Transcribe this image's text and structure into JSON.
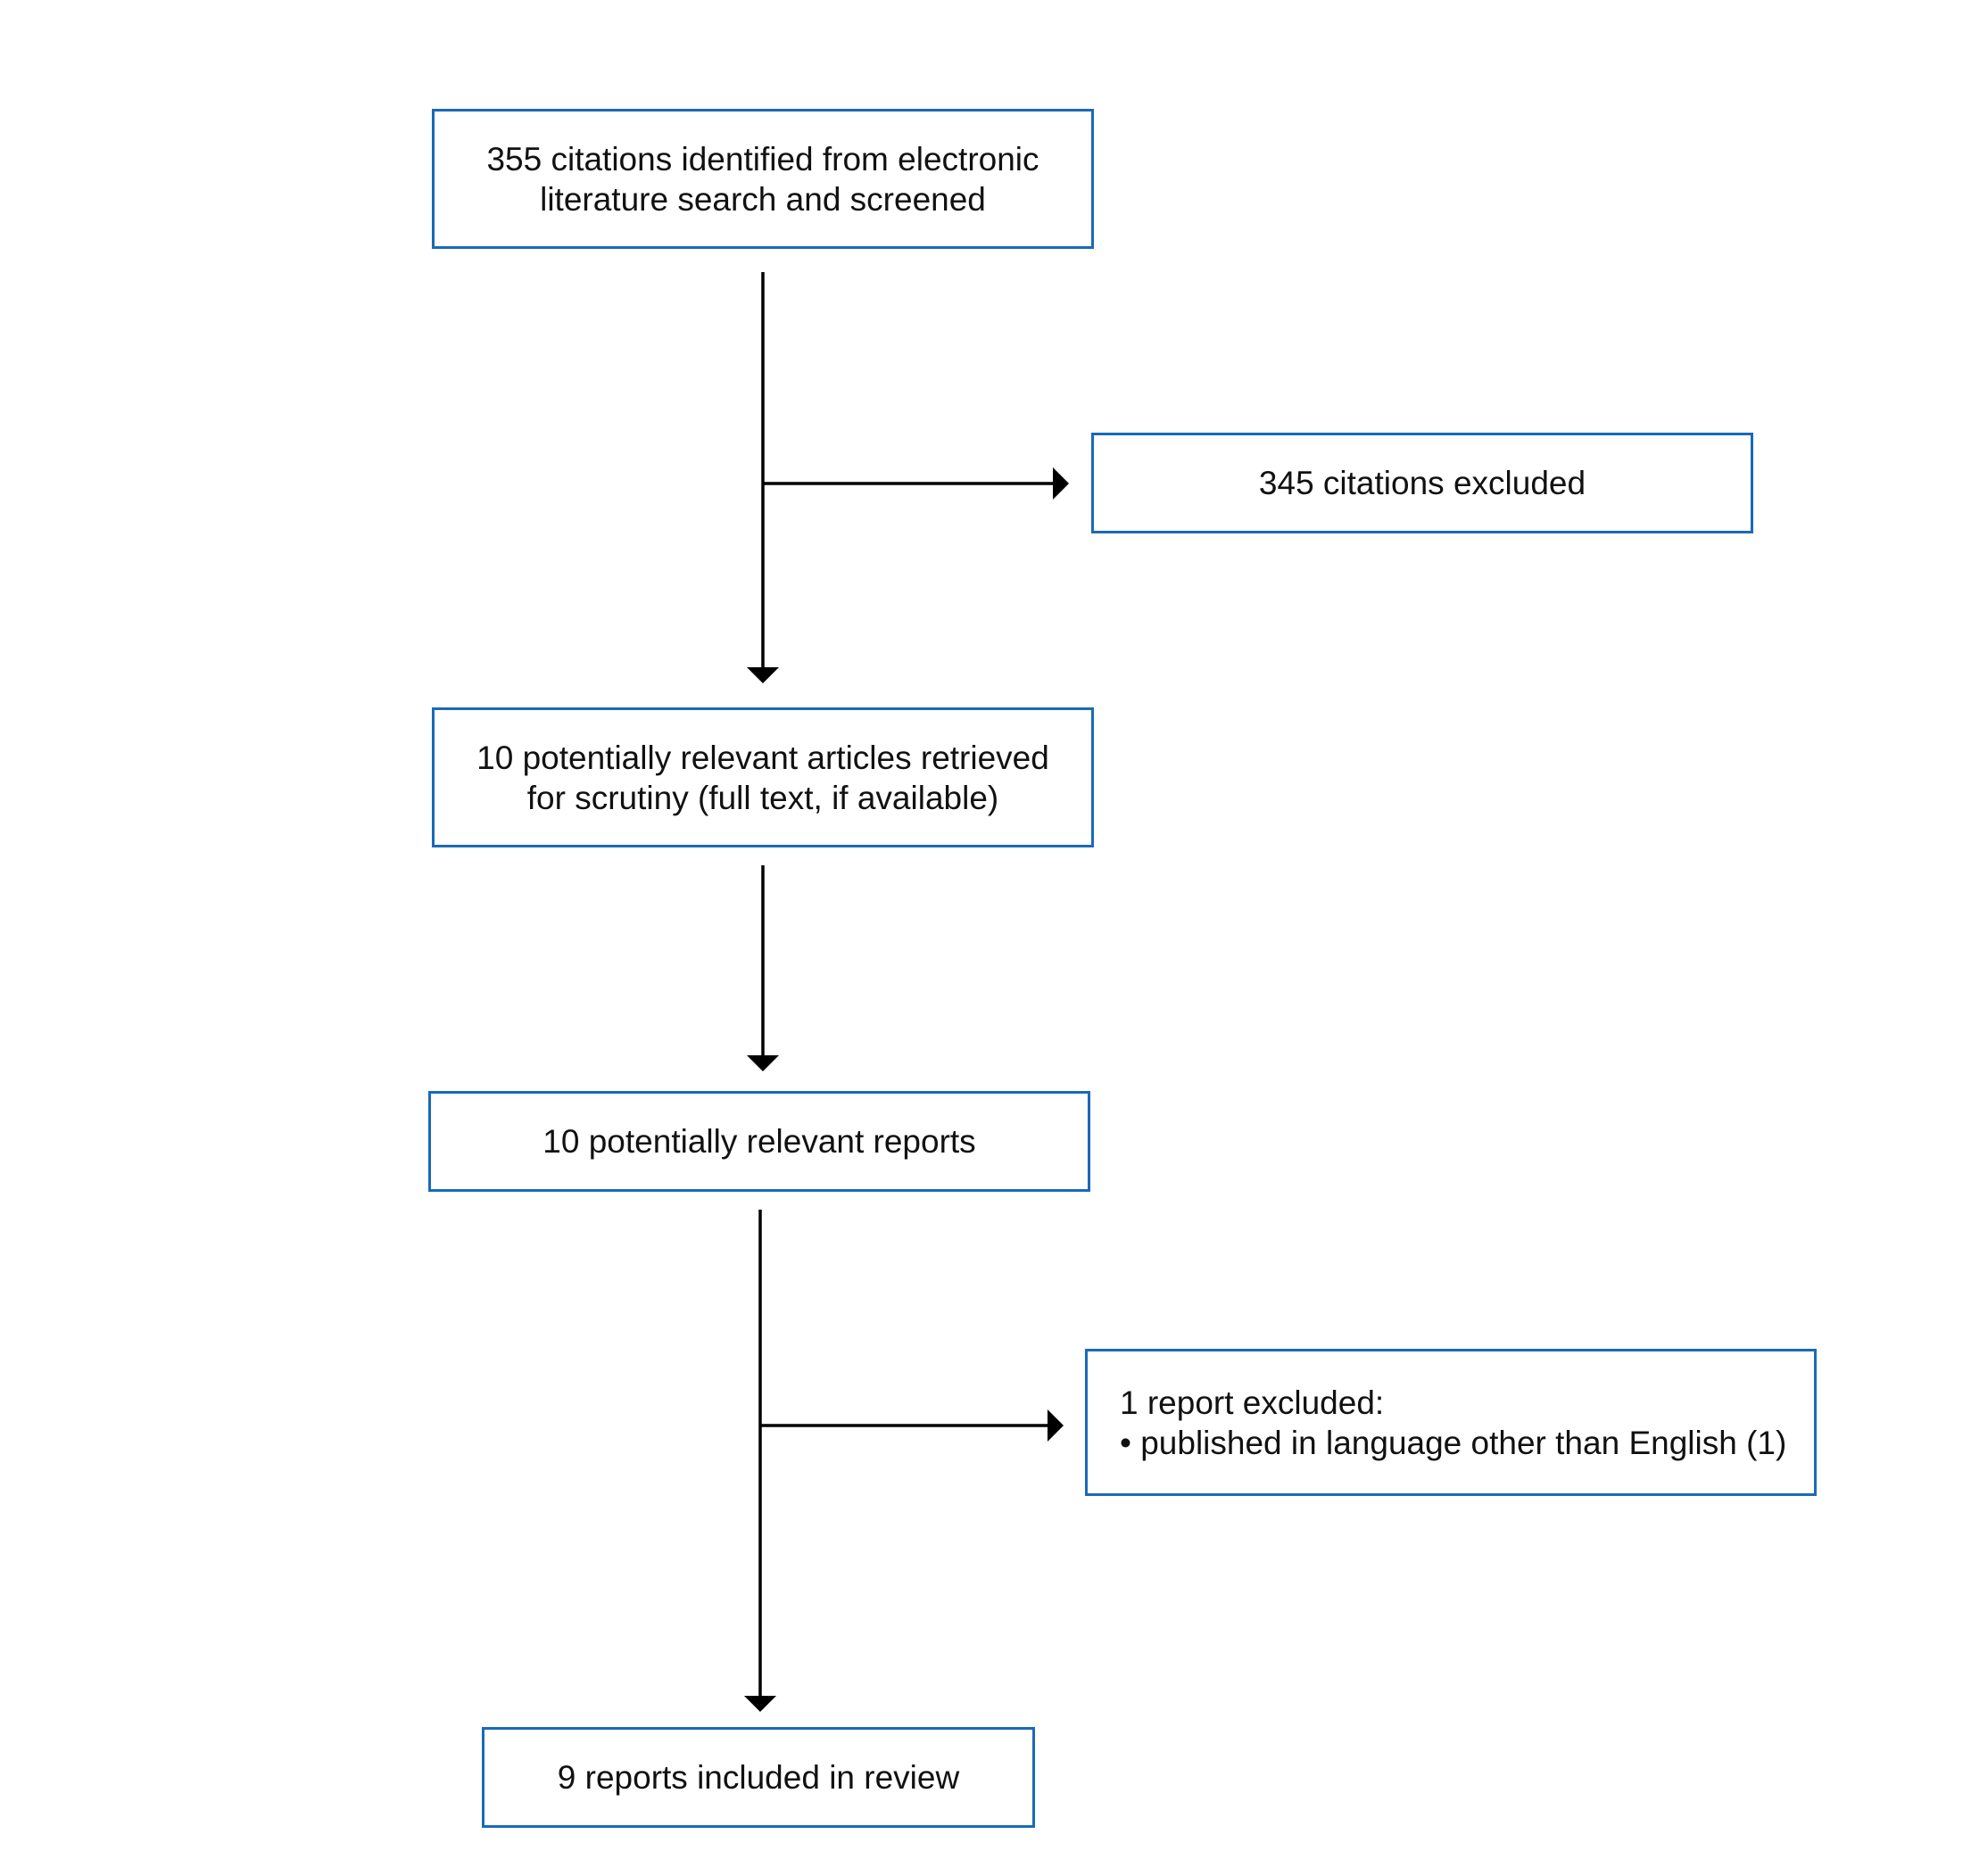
{
  "flow": {
    "identified": {
      "lines": [
        "355 citations identified from electronic",
        "literature search and screened"
      ]
    },
    "excluded_citations": {
      "lines": [
        "345 citations excluded"
      ]
    },
    "retrieved": {
      "lines": [
        "10 potentially relevant articles retrieved",
        "for scrutiny (full text, if available)"
      ]
    },
    "relevant_reports": {
      "lines": [
        "10 potentially relevant reports"
      ]
    },
    "excluded_reports": {
      "lines": [
        "1 report excluded:",
        "• published in language other than English (1)"
      ]
    },
    "included": {
      "lines": [
        "9 reports included in review"
      ]
    }
  },
  "colors": {
    "box_border": "#1a6ab8",
    "arrow": "#000000"
  }
}
